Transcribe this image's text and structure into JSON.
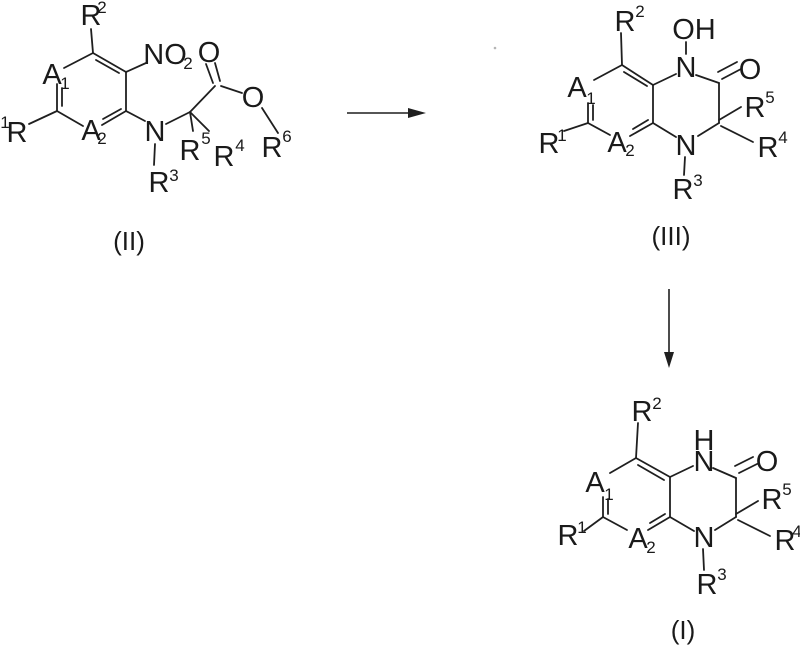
{
  "tokens": {
    "R": "R",
    "A": "A",
    "N": "N",
    "O": "O",
    "H": "H",
    "NO": "NO",
    "OH": "OH",
    "one": "1",
    "two": "2",
    "three": "3",
    "four": "4",
    "five": "5",
    "six": "6"
  },
  "captions": {
    "II": "(II)",
    "III": "(III)",
    "I": "(I)"
  },
  "colors": {
    "ink": "#1f1f1f",
    "background": "#ffffff"
  }
}
